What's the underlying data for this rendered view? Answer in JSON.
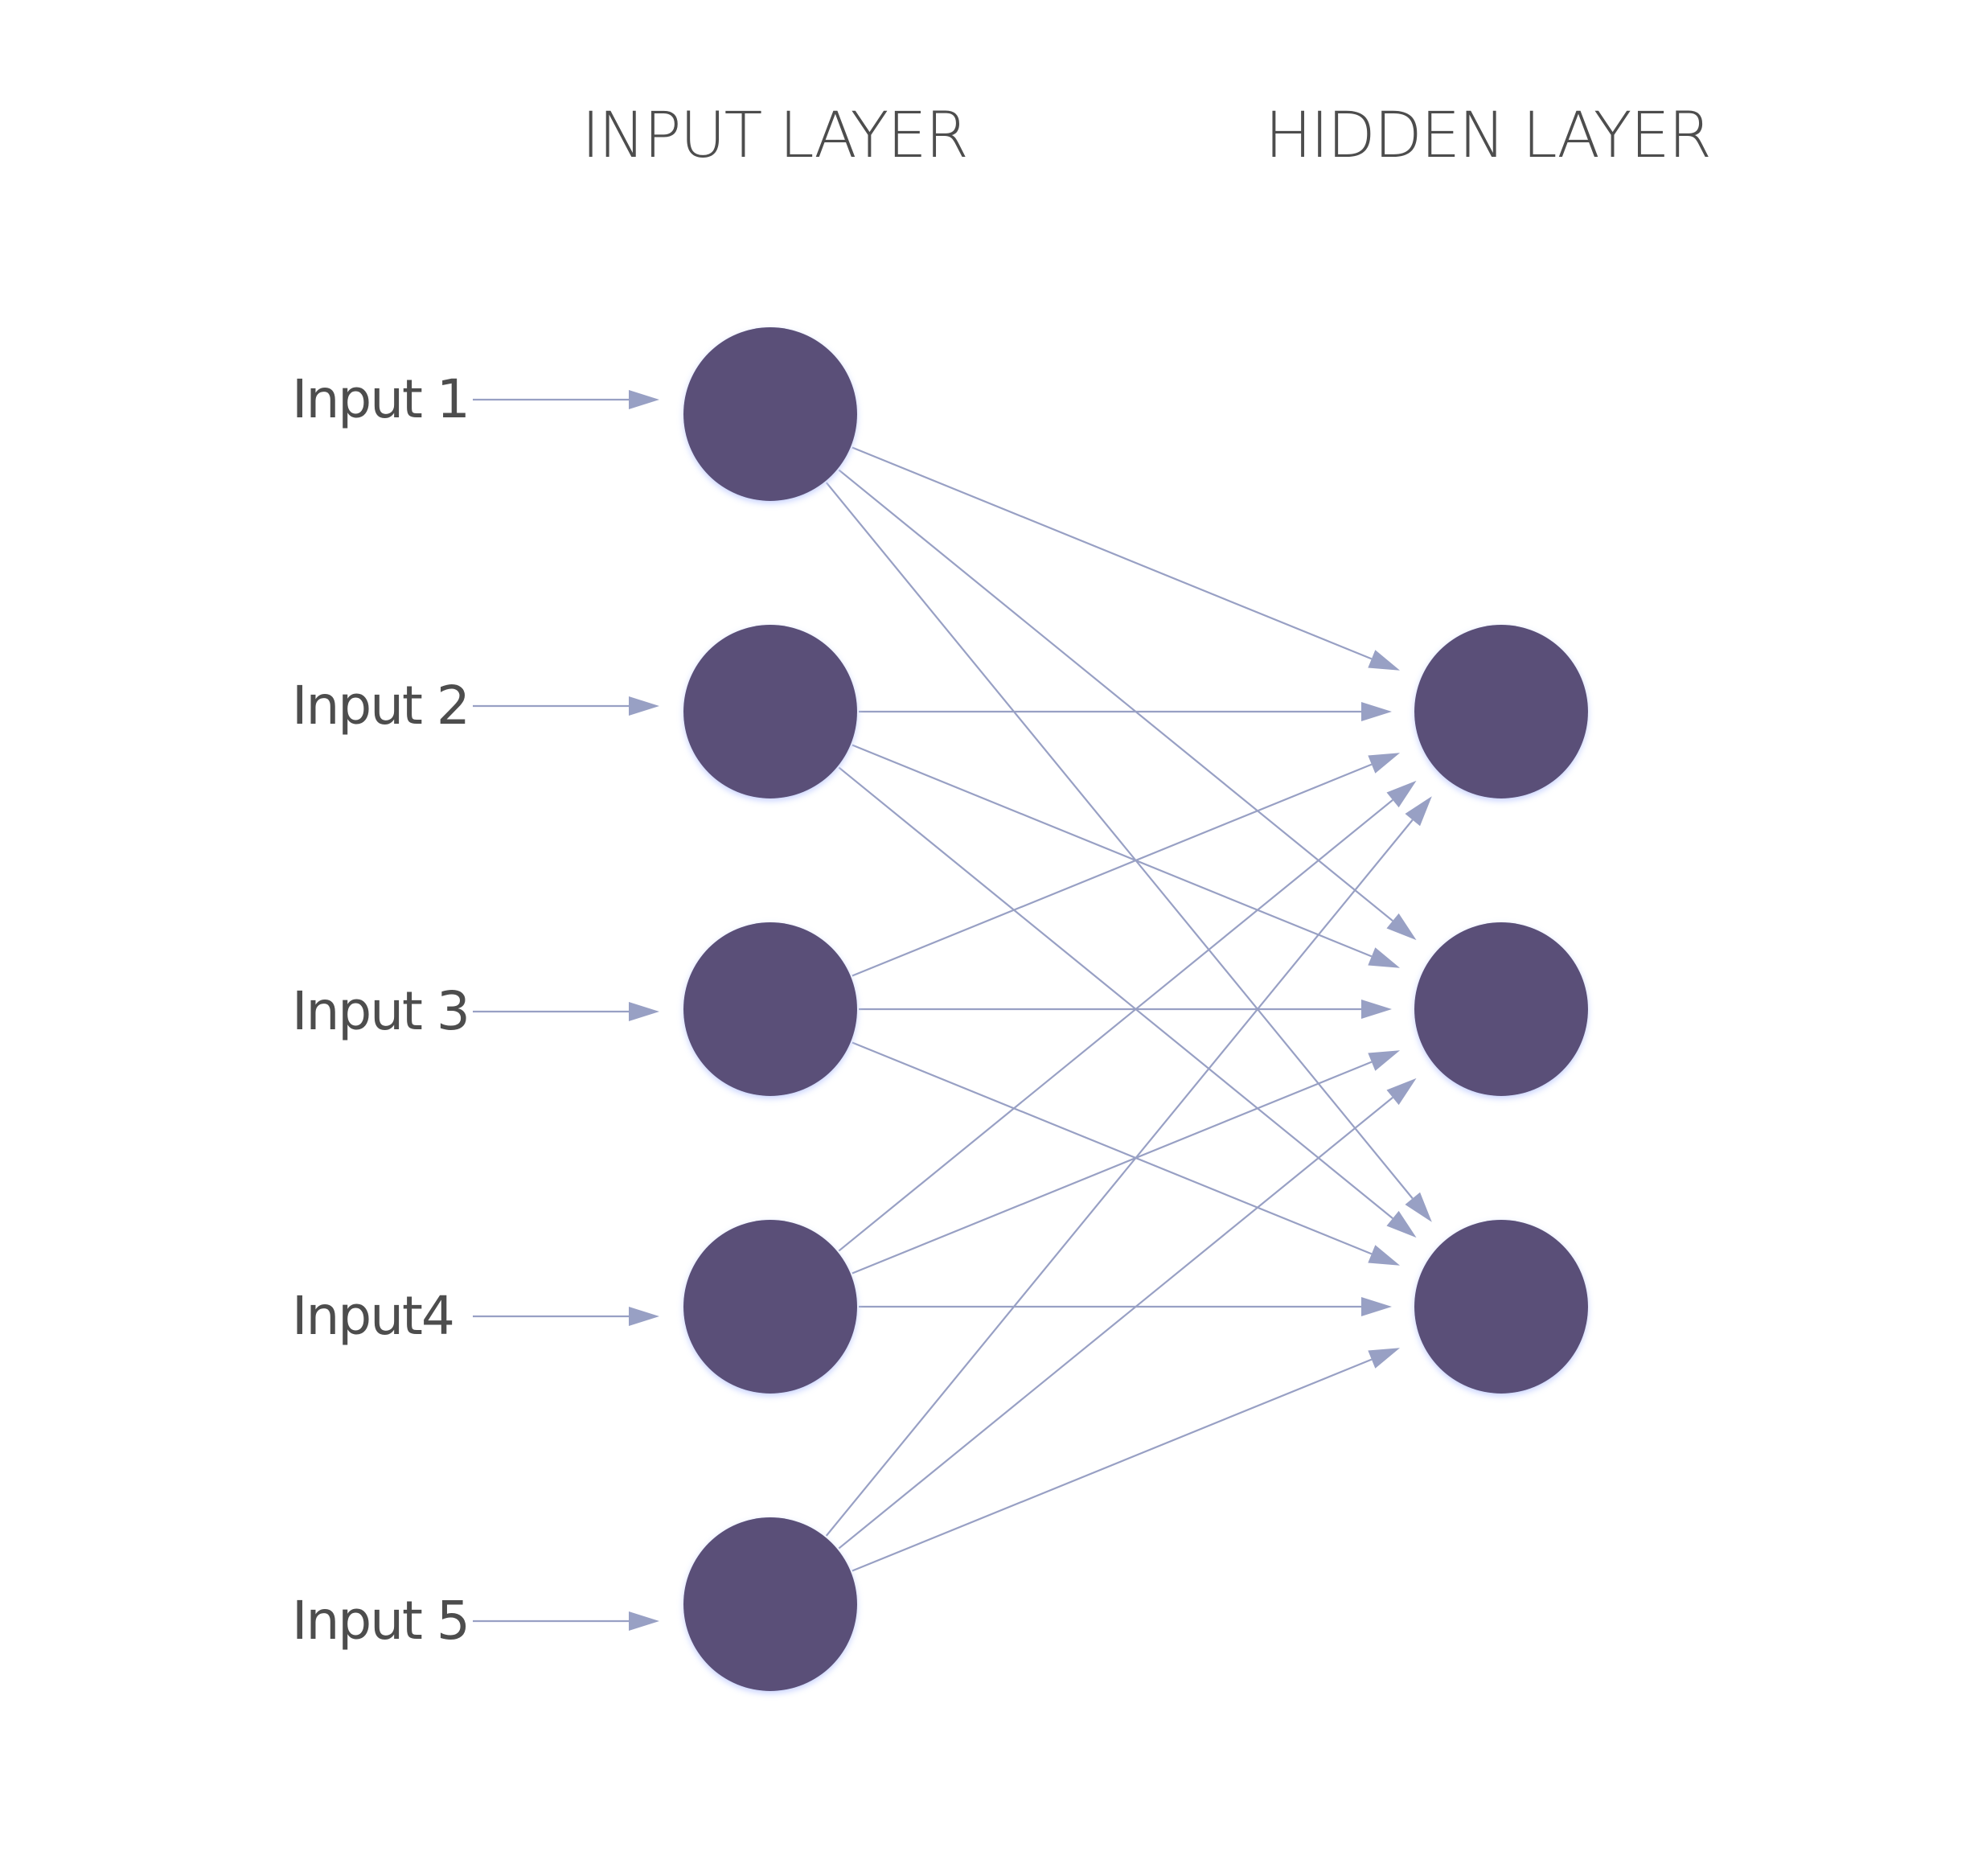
{
  "titles": {
    "input_layer": "INPUT LAYER",
    "hidden_layer": "HIDDEN LAYER"
  },
  "inputs": [
    {
      "label": "Input 1"
    },
    {
      "label": "Input 2"
    },
    {
      "label": "Input 3"
    },
    {
      "label": "Input4"
    },
    {
      "label": "Input 5"
    }
  ],
  "input_layer_node_count": 5,
  "hidden_layer_node_count": 3,
  "connectivity": "fully-connected",
  "colors": {
    "node": "#5a5078",
    "node_glow": "#c8d2ff",
    "edge": "#98a0c4",
    "text": "#4d4d4d",
    "background": "#ffffff"
  }
}
